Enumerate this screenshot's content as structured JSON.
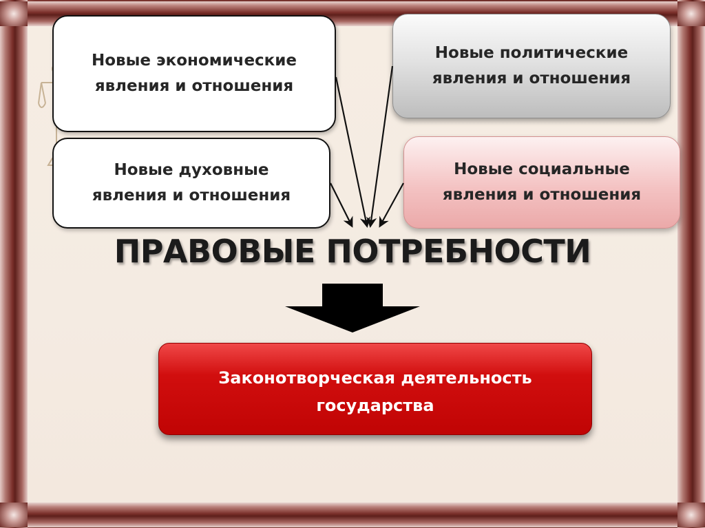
{
  "boxes": {
    "economic": "Новые экономические\nявления и отношения",
    "political": "Новые политические\nявления и отношения",
    "spiritual": "Новые духовные\nявления и отношения",
    "social": "Новые социальные\nявления и отношения"
  },
  "heading": "ПРАВОВЫЕ ПОТРЕБНОСТИ",
  "result": "Законотворческая деятельность\nгосударства",
  "colors": {
    "frame": "#7a2f2a",
    "canvas": "#f5ece2",
    "result_box": "#c80606",
    "social_box": "#f4c3c3",
    "political_box": "#d8d8d8"
  }
}
